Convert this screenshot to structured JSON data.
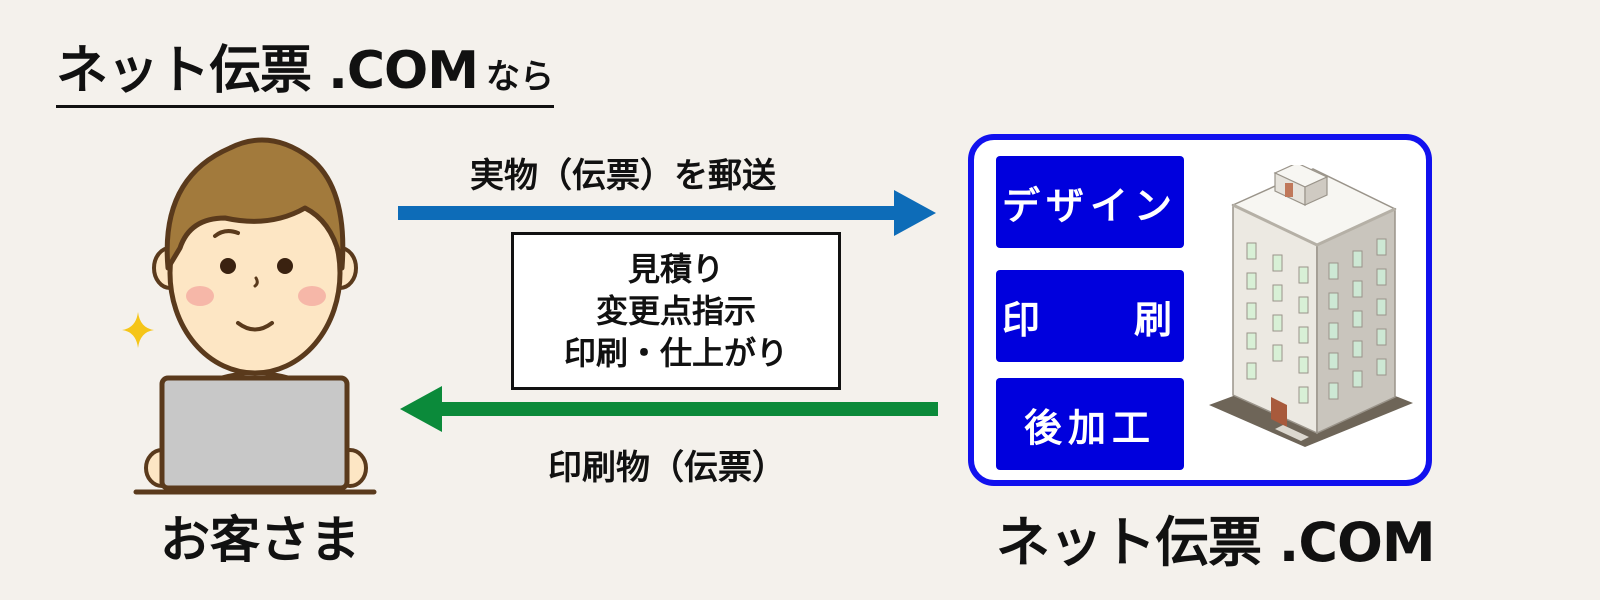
{
  "title": {
    "main": "ネット伝票 .COM",
    "suffix": "なら"
  },
  "send": {
    "label": "実物（伝票）を郵送",
    "color": "#0d6cb8"
  },
  "info_box": {
    "lines": [
      "見積り",
      "変更点指示",
      "印刷・仕上がり"
    ]
  },
  "return": {
    "label": "印刷物（伝票）",
    "color": "#0b8a3a"
  },
  "customer": {
    "label": "お客さま"
  },
  "company": {
    "label": "ネット伝票 .COM",
    "frame_color": "#1111ee",
    "services": [
      "デザイン",
      "印　　刷",
      "後加工"
    ]
  },
  "icons": [
    "customer-person-icon",
    "laptop-icon",
    "sparkle-icon",
    "building-icon"
  ]
}
